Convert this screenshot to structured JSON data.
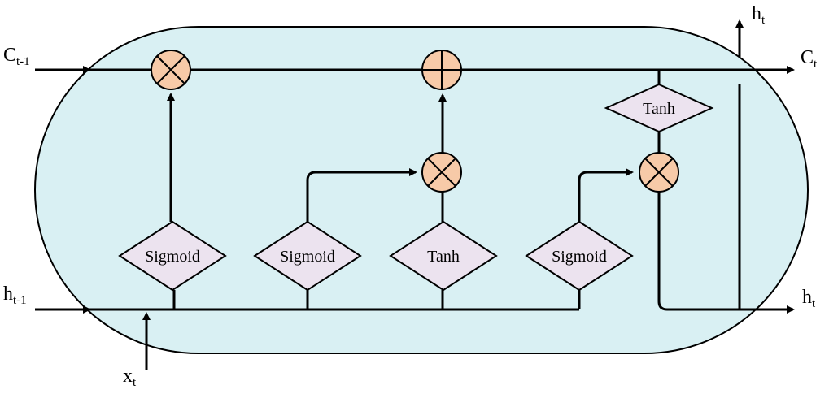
{
  "background": "#ffffff",
  "cell_color": "#d9f0f3",
  "operator_color": "#f7caa8",
  "gate_color": "#ece3ef",
  "io_labels": {
    "c_prev": {
      "main": "C",
      "sub": "t-1"
    },
    "c_next": {
      "main": "C",
      "sub": "t"
    },
    "h_prev": {
      "main": "h",
      "sub": "t-1"
    },
    "h_next": {
      "main": "h",
      "sub": "t"
    },
    "h_out_top": {
      "main": "h",
      "sub": "t"
    },
    "x_input": {
      "main": "x",
      "sub": "t"
    }
  },
  "gates": {
    "forget": "Sigmoid",
    "input": "Sigmoid",
    "candidate": "Tanh",
    "output": "Sigmoid",
    "cell_tanh": "Tanh"
  },
  "operators": {
    "forget_multiply": "multiply",
    "cell_add": "add",
    "input_multiply": "multiply",
    "output_multiply": "multiply"
  }
}
